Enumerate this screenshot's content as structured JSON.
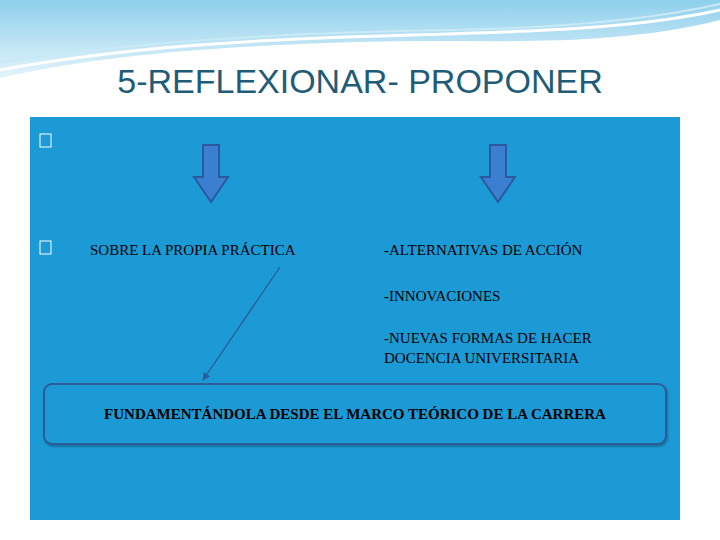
{
  "diagram": {
    "title": "5-REFLEXIONAR- PROPONER",
    "nodes": [
      {
        "text": [
          "SOBRE LA PROPIA PRÁCTICA",
          "-ALTERNATIVAS DE ACCIÓN",
          "-INNOVACIONES",
          "-NUEVAS FORMAS DE HACER DOCENCIA UNIVERSITARIA"
        ]
      },
      {
        "text": [
          "FUNDAMENTÁNDOLA DESDE EL MARCO TEÓRICO DE LA CARRERA"
        ],
        "in": 0
      }
    ]
  }
}
